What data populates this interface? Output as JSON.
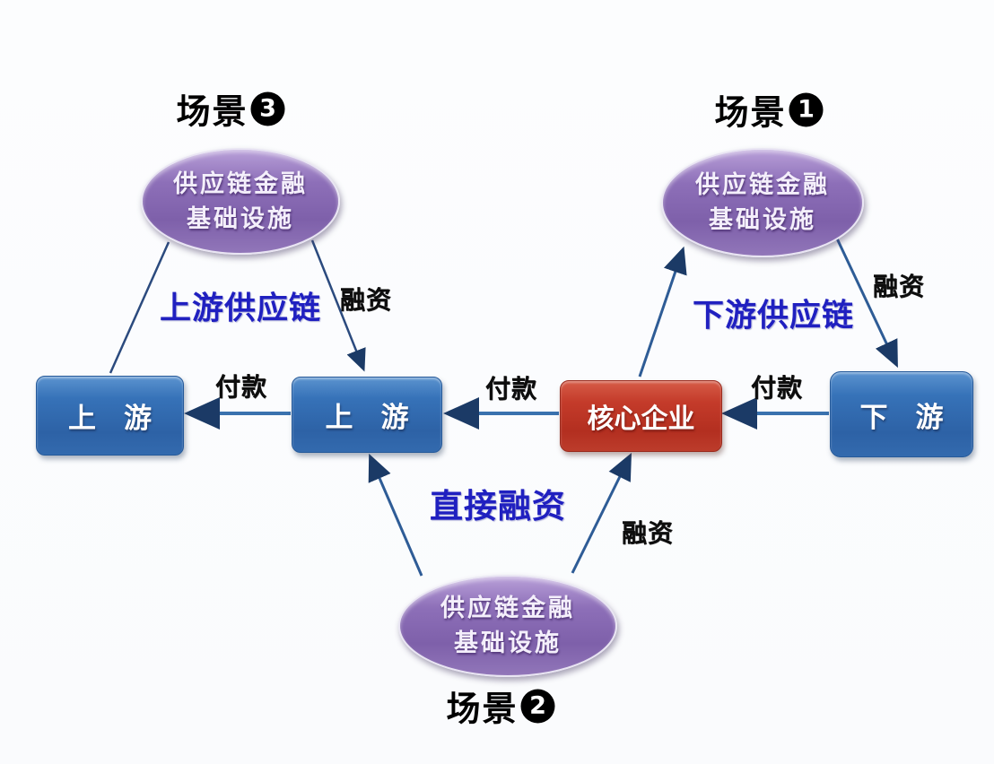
{
  "scenes": {
    "s3": {
      "prefix": "场景",
      "number": "3"
    },
    "s1": {
      "prefix": "场景",
      "number": "1"
    },
    "s2": {
      "prefix": "场景",
      "number": "2"
    }
  },
  "infrastructure": {
    "line1": "供应链金融",
    "line2": "基础设施"
  },
  "nodes": {
    "upstream_far": "上　游",
    "upstream_mid": "上　游",
    "core": "核心企业",
    "downstream": "下　游"
  },
  "edge_labels": {
    "upstream_chain": "上游供应链",
    "downstream_chain": "下游供应链",
    "direct_financing": "直接融资",
    "financing_top_left": "融资",
    "financing_top_right": "融资",
    "financing_bottom": "融资",
    "payment_left": "付款",
    "payment_mid": "付款",
    "payment_right": "付款"
  },
  "colors": {
    "ellipse_purple": "#8d6fb8",
    "node_blue": "#2d62a6",
    "node_red": "#b32f20",
    "label_blue": "#2020c0",
    "line_navy": "#2b4a7e",
    "line_steel": "#3a72ae",
    "arrowhead": "#1b3a66"
  }
}
